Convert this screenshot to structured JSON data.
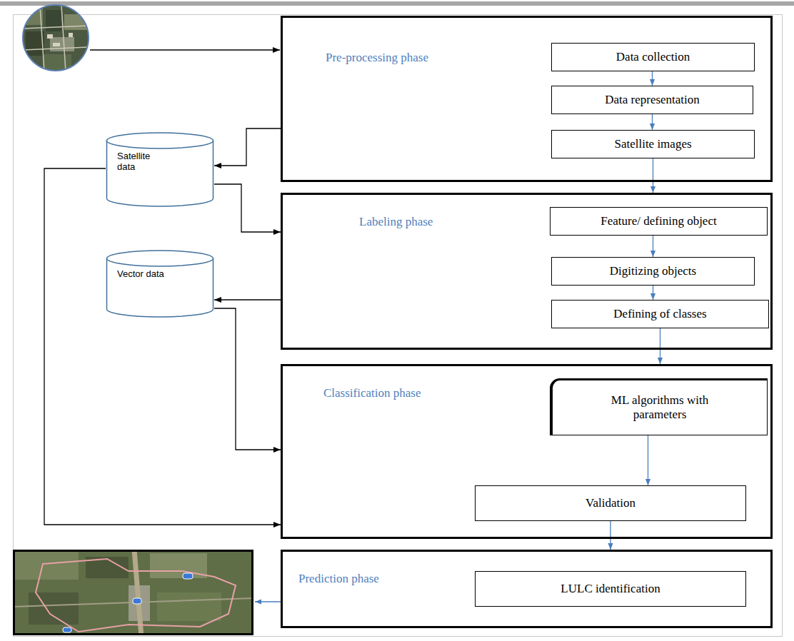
{
  "diagram": {
    "nodes": [
      {
        "text": [
          "Pre-processing phase"
        ]
      },
      {
        "text": [
          "Data collection"
        ],
        "in": 0
      },
      {
        "text": [
          "Data representation"
        ],
        "in": 0
      },
      {
        "text": [
          "Satellite images"
        ],
        "in": 0
      },
      {
        "text": [
          "Satellite data"
        ]
      },
      {
        "text": [
          "Labeling phase"
        ]
      },
      {
        "text": [
          "Feature/ defining object"
        ],
        "in": 5
      },
      {
        "text": [
          "Digitizing objects"
        ],
        "in": 5
      },
      {
        "text": [
          "Defining of classes"
        ],
        "in": 5
      },
      {
        "text": [
          "Vector data"
        ]
      },
      {
        "text": [
          "Classification phase"
        ]
      },
      {
        "text": [
          "ML algorithms with parameters"
        ],
        "in": 10
      },
      {
        "text": [
          "Validation"
        ],
        "in": 10
      },
      {
        "text": [
          "Prediction phase"
        ]
      },
      {
        "text": [
          "LULC identification"
        ],
        "in": 13
      }
    ],
    "edges": [
      {
        "from": 1,
        "to": 2,
        "arrow": "to"
      },
      {
        "from": 2,
        "to": 3,
        "arrow": "to"
      },
      {
        "from": 3,
        "to": 5,
        "arrow": "to"
      },
      {
        "from": 0,
        "to": 4,
        "arrow": "to"
      },
      {
        "from": 4,
        "to": 5,
        "arrow": "to"
      },
      {
        "from": 6,
        "to": 7,
        "arrow": "to"
      },
      {
        "from": 7,
        "to": 8,
        "arrow": "to"
      },
      {
        "from": 8,
        "to": 10,
        "arrow": "to"
      },
      {
        "from": 5,
        "to": 9,
        "arrow": "to"
      },
      {
        "from": 9,
        "to": 10,
        "arrow": "to"
      },
      {
        "from": 4,
        "to": 10,
        "arrow": "to"
      },
      {
        "from": 11,
        "to": 12,
        "arrow": "to"
      },
      {
        "from": 12,
        "to": 13,
        "arrow": "to"
      }
    ]
  }
}
